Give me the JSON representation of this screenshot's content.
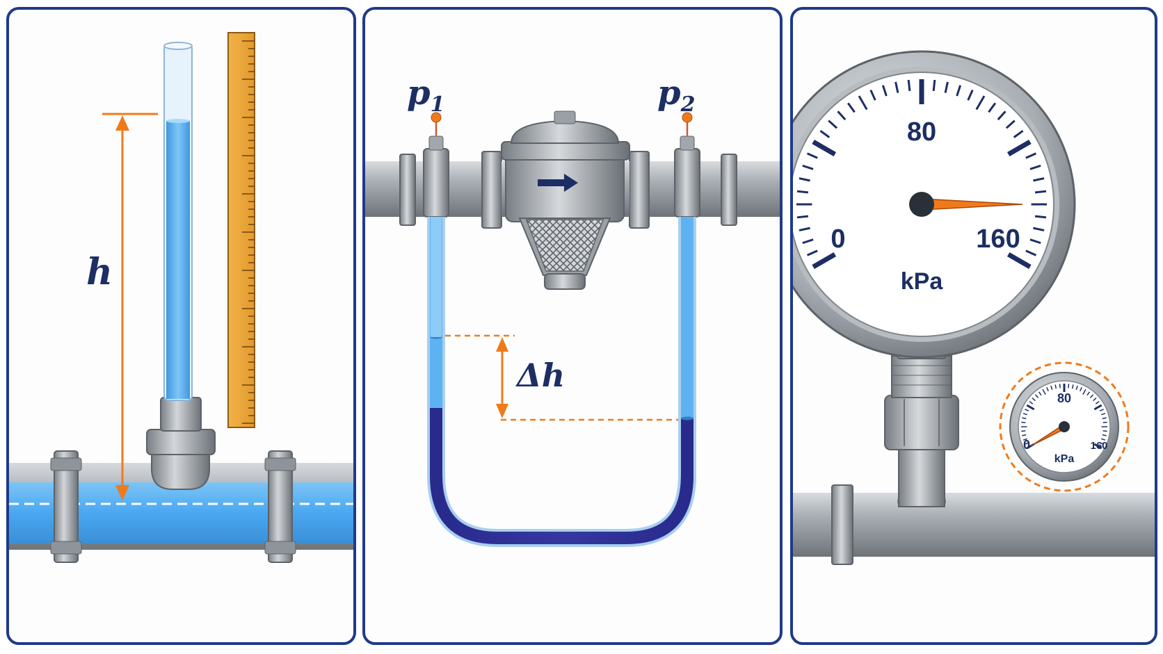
{
  "panels": {
    "piezometer": {
      "height_label": "h"
    },
    "differential": {
      "p1_label": "p",
      "p1_subscript": "1",
      "p2_label": "p",
      "p2_subscript": "2",
      "delta_label": "Δh"
    },
    "gauge": {
      "main": {
        "min_label": "0",
        "mid_label": "80",
        "max_label": "160",
        "unit": "kPa",
        "needle_value": 140
      },
      "inset": {
        "min_label": "0",
        "mid_label": "80",
        "max_label": "160",
        "unit": "kPa",
        "needle_value": 0
      }
    }
  },
  "icons": [
    "flow-arrow-icon",
    "ruler-icon",
    "strainer-icon"
  ],
  "colors": {
    "frame": "#1f3a8a",
    "water": "#4aa8f0",
    "manometer_fluid": "#2b2d8f",
    "dimension": "#f07a1a",
    "label": "#1c2e63",
    "pipe": "#9aa0a6"
  }
}
